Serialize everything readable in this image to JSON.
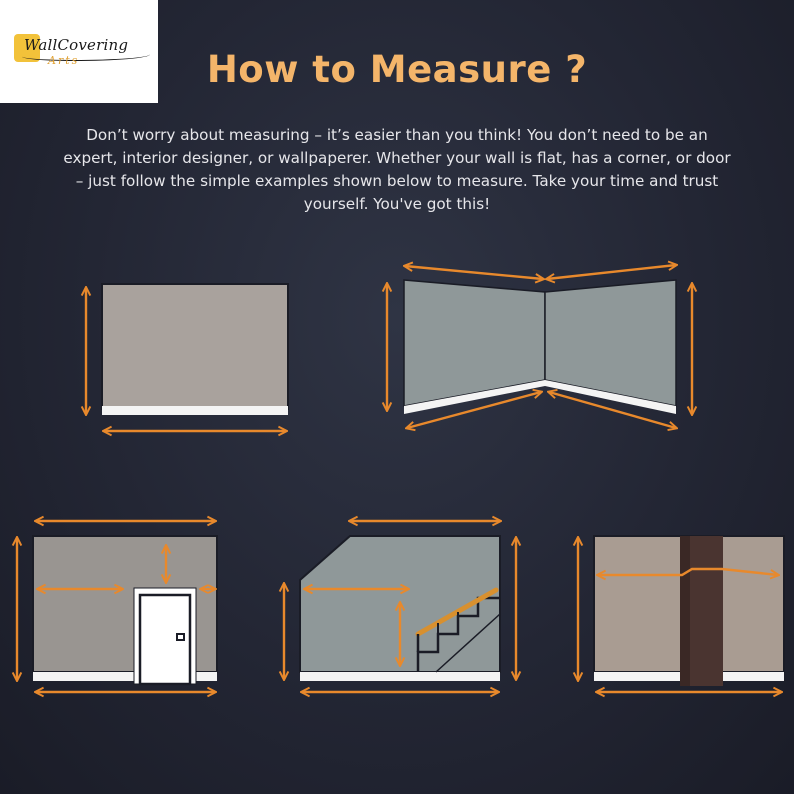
{
  "brand": {
    "name_line1": "WallCovering",
    "name_line2": "Arts",
    "accent": "#f2c23a"
  },
  "heading": {
    "title": "How to Measure ?",
    "intro": "Don’t worry about measuring – it’s easier than you think! You don’t need to be an expert, interior designer, or wallpaperer. Whether your wall is flat, has a corner, or door – just follow the simple examples shown below to measure. Take your time and trust yourself. You've got this!"
  },
  "colors": {
    "arrow": "#e8892c",
    "title": "#f4b56a",
    "wall_flat": "#a9a29d",
    "wall_corner": "#8f9899",
    "wall_door": "#999591",
    "wall_stairs": "#8f9899",
    "wall_column": "#a99c92",
    "column": "#4a3430",
    "baseboard": "#f4f4f4"
  },
  "diagrams": [
    {
      "id": "flat-wall",
      "label": "flat"
    },
    {
      "id": "corner-wall",
      "label": "corner"
    },
    {
      "id": "door-wall",
      "label": "door"
    },
    {
      "id": "stairs-wall",
      "label": "stairs"
    },
    {
      "id": "column-wall",
      "label": "column"
    }
  ]
}
